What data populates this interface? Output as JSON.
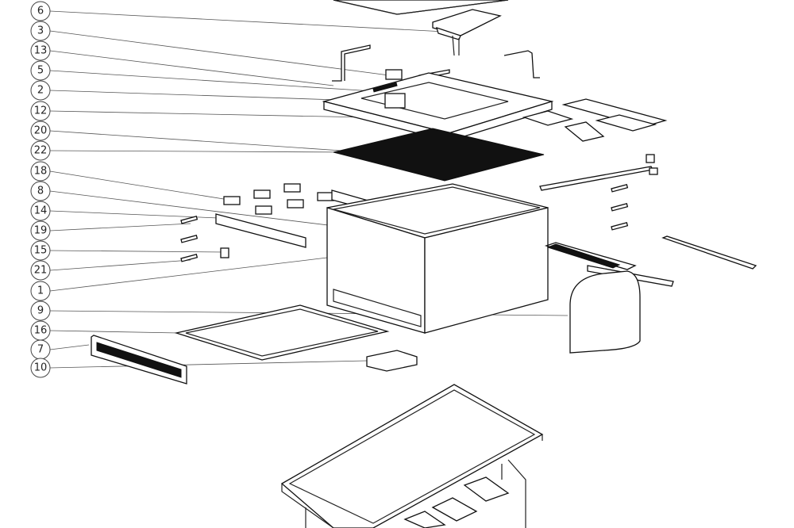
{
  "diagram": {
    "type": "exploded-assembly-drawing",
    "callouts": [
      "6",
      "3",
      "13",
      "5",
      "2",
      "12",
      "20",
      "22",
      "18",
      "8",
      "14",
      "19",
      "15",
      "21",
      "1",
      "9",
      "16",
      "7",
      "10"
    ]
  }
}
